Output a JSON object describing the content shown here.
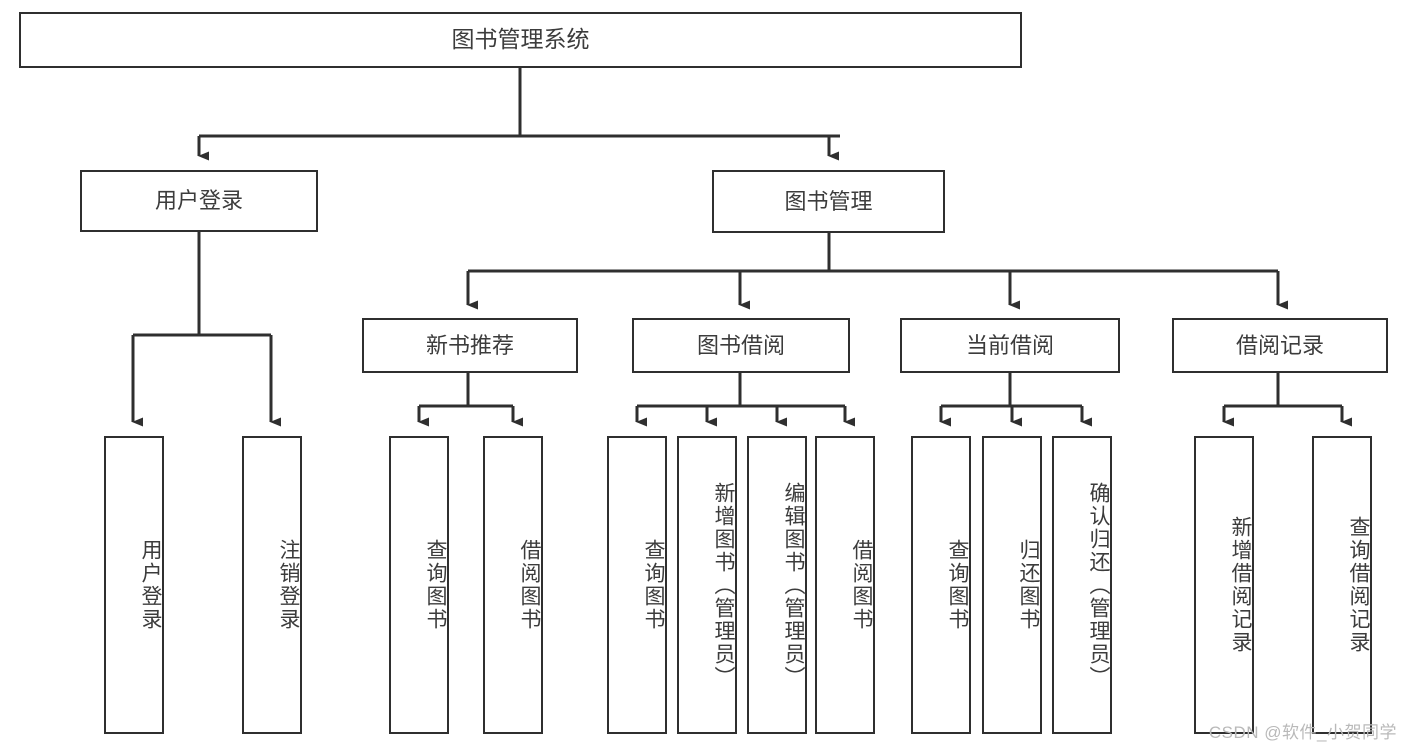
{
  "diagram": {
    "title": "图书管理系统",
    "type": "tree-hierarchy-chart",
    "watermark": "CSDN @软件_小贺同学",
    "colors": {
      "box_border": "#2f2f2f",
      "box_fill": "#ffffff",
      "text": "#3c3c3c",
      "edge": "#2f2f2f",
      "watermark": "#b9b9b9",
      "background": "#ffffff"
    },
    "root": {
      "label": "图书管理系统"
    },
    "level2": [
      {
        "label": "用户登录"
      },
      {
        "label": "图书管理"
      }
    ],
    "level3": [
      {
        "label": "新书推荐"
      },
      {
        "label": "图书借阅"
      },
      {
        "label": "当前借阅"
      },
      {
        "label": "借阅记录"
      }
    ],
    "leaves": {
      "user_login": [
        {
          "label": "用户登录"
        },
        {
          "label": "注销登录"
        }
      ],
      "new_book_recommend": [
        {
          "label": "查询图书"
        },
        {
          "label": "借阅图书"
        }
      ],
      "book_borrow": [
        {
          "label": "查询图书"
        },
        {
          "label": "新增图书（管理员）"
        },
        {
          "label": "编辑图书（管理员）"
        },
        {
          "label": "借阅图书"
        }
      ],
      "current_borrow": [
        {
          "label": "查询图书"
        },
        {
          "label": "归还图书"
        },
        {
          "label": "确认归还（管理员）"
        }
      ],
      "borrow_record": [
        {
          "label": "新增借阅记录"
        },
        {
          "label": "查询借阅记录"
        }
      ]
    }
  }
}
